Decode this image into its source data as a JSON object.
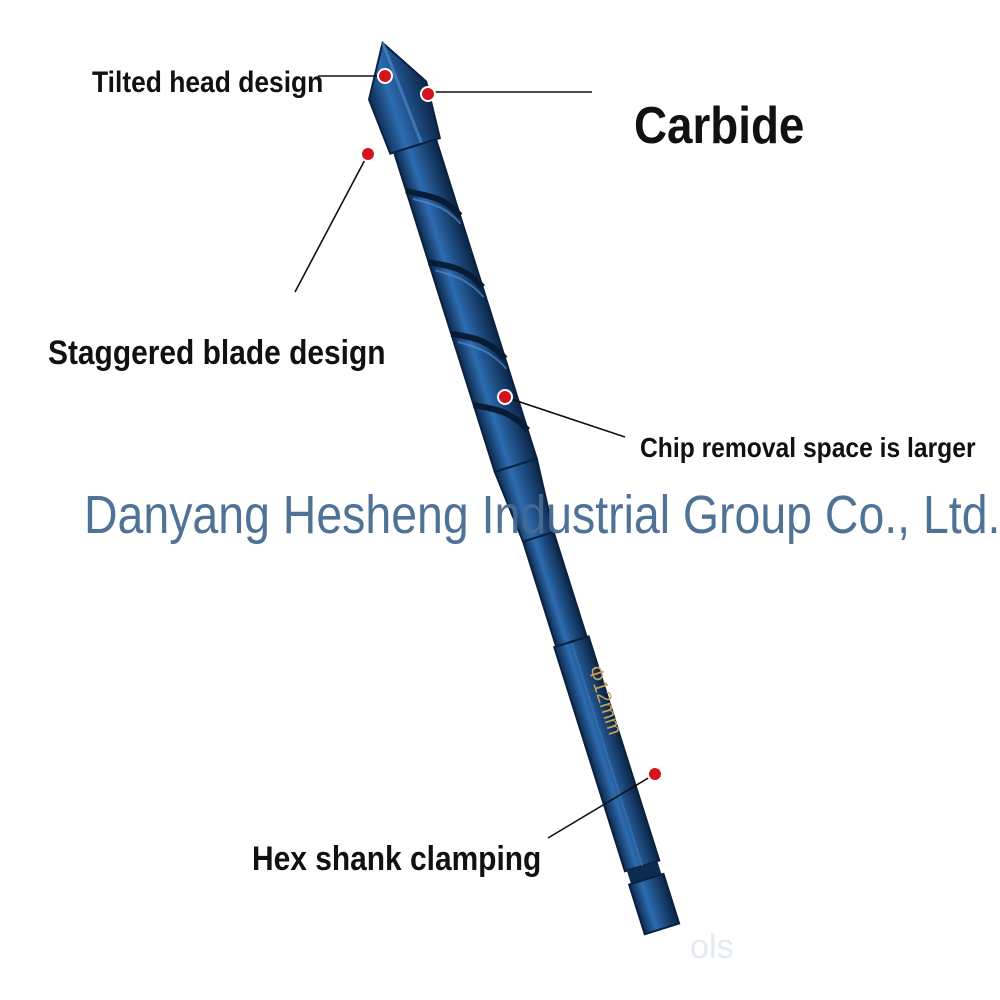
{
  "labels": {
    "tilted_head": "Tilted head design",
    "carbide": "Carbide",
    "staggered_blade": "Staggered blade design",
    "chip_removal": "Chip removal space is larger",
    "hex_shank": "Hex shank clamping"
  },
  "bit_marking": "Φ12mm",
  "watermark": "Danyang Hesheng Industrial Group Co., Ltd.",
  "faint_mark": "ols",
  "colors": {
    "bit_blue": "#1f4f86",
    "bit_dark": "#0f2c52",
    "callout_dot": "#d3141c",
    "watermark": "#466b92",
    "marking_text": "#c9a25a"
  },
  "icons": [
    "drill-bit-image",
    "callout-dot"
  ]
}
